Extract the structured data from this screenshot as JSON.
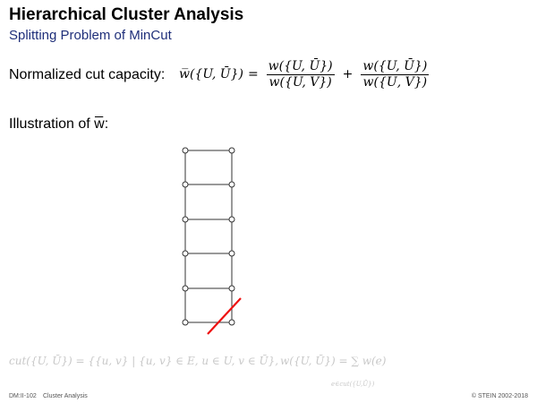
{
  "slide": {
    "title": "Hierarchical Cluster Analysis",
    "subtitle": "Splitting Problem of MinCut",
    "normalized_label": "Normalized cut capacity:",
    "illustration_label": "Illustration of w̅:",
    "formula": {
      "lhs": "w̅({U, Ū})",
      "eq": "=",
      "frac1_num": "w({U, Ū})",
      "frac1_den": "w({U, V})",
      "plus": "+",
      "frac2_num": "w({U, Ū})",
      "frac2_den": "w({Ū, V})"
    },
    "bottom_formula_left": "cut({U, Ū}) = {{u, v} | {u, v} ∈ E, u ∈ U, v ∈ Ū},",
    "bottom_formula_right": "w({U, Ū}) = ∑ w(e)",
    "bottom_formula_sub": "e∈cut({U,Ū})",
    "footer_left_id": "DM:II-102",
    "footer_left_topic": "Cluster Analysis",
    "footer_right": "© STEIN 2002-2018",
    "cut_color": "#ee1111"
  }
}
